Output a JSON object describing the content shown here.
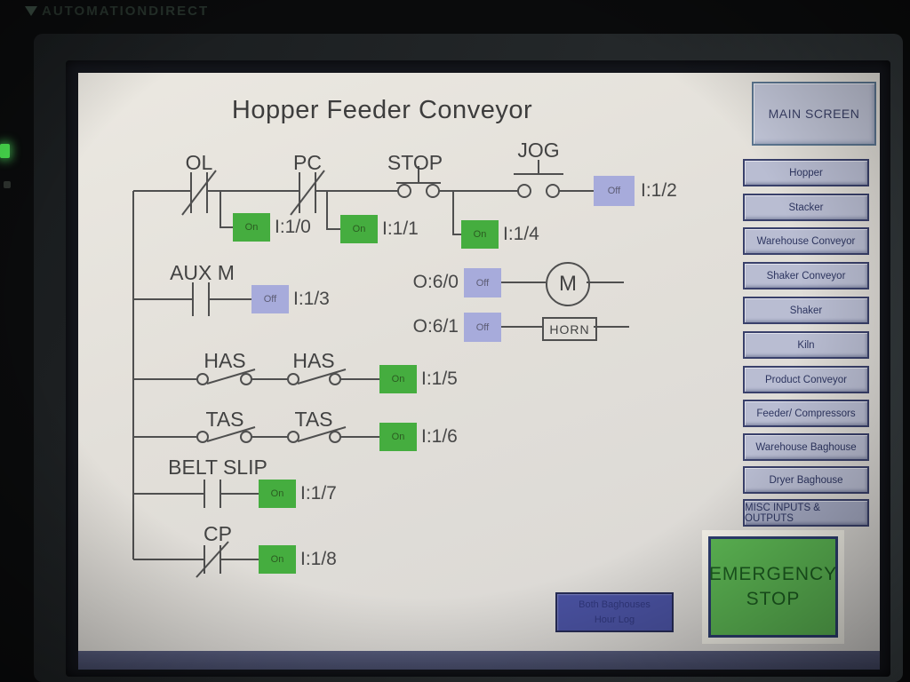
{
  "monitor": {
    "brand": "AUTOMATIONDIRECT"
  },
  "screen": {
    "title": "Hopper Feeder Conveyor",
    "ladder": {
      "main_rung": {
        "contacts": [
          {
            "label": "OL",
            "type": "nc-contact"
          },
          {
            "label": "PC",
            "type": "nc-contact"
          },
          {
            "label": "STOP",
            "type": "nc-pushbutton"
          },
          {
            "label": "JOG",
            "type": "no-pushbutton"
          }
        ],
        "branch_indicators": [
          {
            "state": "On",
            "address": "I:1/0"
          },
          {
            "state": "On",
            "address": "I:1/1"
          },
          {
            "state": "On",
            "address": "I:1/4"
          }
        ],
        "end_indicator": {
          "state": "Off",
          "address": "I:1/2"
        }
      },
      "aux_rung": {
        "label": "AUX M",
        "indicator": {
          "state": "Off",
          "address": "I:1/3"
        }
      },
      "outputs": [
        {
          "address": "O:6/0",
          "state": "Off",
          "device": "M"
        },
        {
          "address": "O:6/1",
          "state": "Off",
          "device": "HORN"
        }
      ],
      "has_rung": {
        "labels": [
          "HAS",
          "HAS"
        ],
        "indicator": {
          "state": "On",
          "address": "I:1/5"
        }
      },
      "tas_rung": {
        "labels": [
          "TAS",
          "TAS"
        ],
        "indicator": {
          "state": "On",
          "address": "I:1/6"
        }
      },
      "belt_slip_rung": {
        "label": "BELT SLIP",
        "indicator": {
          "state": "On",
          "address": "I:1/7"
        }
      },
      "cp_rung": {
        "label": "CP",
        "indicator": {
          "state": "On",
          "address": "I:1/8"
        }
      }
    },
    "baghouse_button": {
      "line1": "Both Baghouses",
      "line2": "Hour Log"
    },
    "sidebar": {
      "main_button": "MAIN SCREEN",
      "items": [
        "Hopper",
        "Stacker",
        "Warehouse Conveyor",
        "Shaker Conveyor",
        "Shaker",
        "Kiln",
        "Product Conveyor",
        "Feeder/ Compressors",
        "Warehouse Baghouse",
        "Dryer Baghouse",
        "MISC INPUTS & OUTPUTS"
      ],
      "emergency_button": {
        "line1": "EMERGENCY",
        "line2": "STOP"
      }
    },
    "colors": {
      "on_indicator": "#45ad3f",
      "off_indicator": "#a7abdb",
      "button_face": "#b9bdd2",
      "button_border": "#39406b",
      "emergency_green": "#5cb653",
      "baghouse_button_blue": "#4a52a2"
    }
  }
}
